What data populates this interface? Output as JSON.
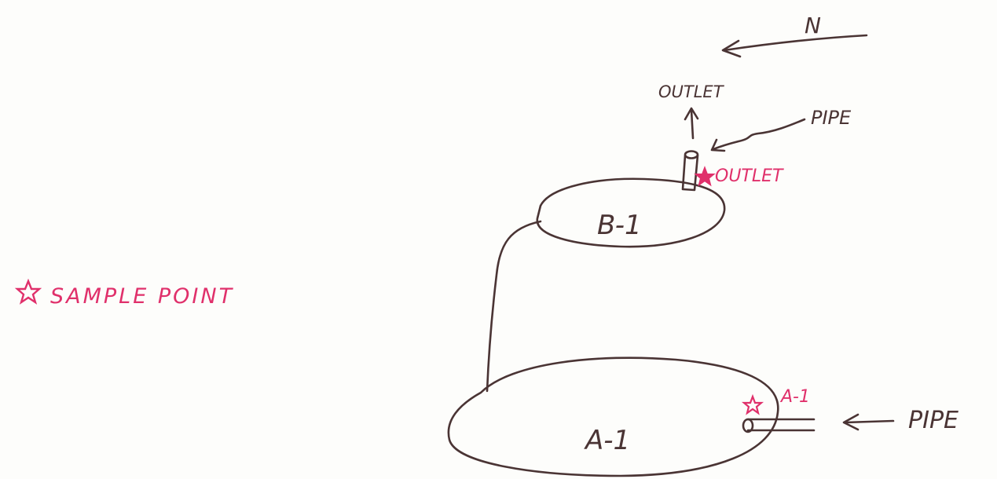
{
  "colors": {
    "ink": "#4a3434",
    "marker": "#e0306b"
  },
  "legend": {
    "symbol_icon": "star-icon",
    "text": "SAMPLE POINT"
  },
  "north_arrow": {
    "label": "N"
  },
  "ponds": [
    {
      "id": "b1",
      "label": "B-1"
    },
    {
      "id": "a1",
      "label": "A-1"
    }
  ],
  "outlet_label": "OUTLET",
  "pipe_labels": {
    "top": "PIPE",
    "bottom": "PIPE"
  },
  "sample_points": [
    {
      "label": "OUTLET",
      "icon": "star-icon"
    },
    {
      "label": "A-1",
      "icon": "star-icon"
    }
  ]
}
